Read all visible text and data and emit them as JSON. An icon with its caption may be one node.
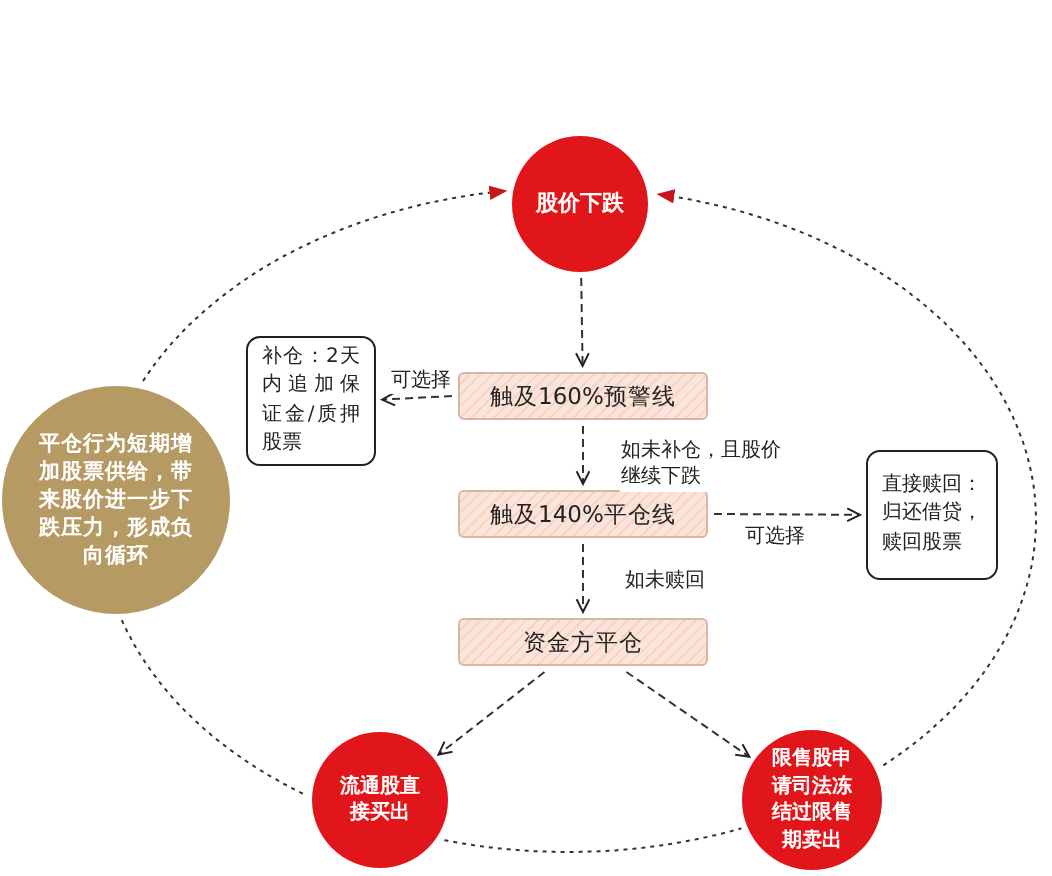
{
  "diagram": {
    "nodes": [
      {
        "text": [
          "股价下跌"
        ]
      },
      {
        "text": [
          "触及160%预警线"
        ]
      },
      {
        "text": [
          "补仓：2天内追加保证金/质押股票"
        ]
      },
      {
        "text": [
          "触及140%平仓线"
        ]
      },
      {
        "text": [
          "直接赎回：归还借贷，赎回股票"
        ]
      },
      {
        "text": [
          "资金方平仓"
        ]
      },
      {
        "text": [
          "流通股直接买出"
        ]
      },
      {
        "text": [
          "限售股申请司法冻结过限售期卖出"
        ]
      },
      {
        "text": [
          "平仓行为短期增加股票供给，带来股价进一步下跌压力，形成负向循环"
        ]
      }
    ],
    "edges": [
      {
        "from": 0,
        "to": 1,
        "arrow": "to"
      },
      {
        "from": 1,
        "to": 2,
        "arrow": "to",
        "label": "可选择"
      },
      {
        "from": 1,
        "to": 3,
        "arrow": "to",
        "label": "如未补仓，且股价继续下跌"
      },
      {
        "from": 3,
        "to": 4,
        "arrow": "to",
        "label": "可选择"
      },
      {
        "from": 3,
        "to": 5,
        "arrow": "to",
        "label": "如未赎回"
      },
      {
        "from": 5,
        "to": 6,
        "arrow": "to"
      },
      {
        "from": 5,
        "to": 7,
        "arrow": "to"
      },
      {
        "from": 8,
        "to": 0,
        "arrow": "to"
      },
      {
        "from": 7,
        "to": 0,
        "arrow": "to"
      },
      {
        "from": 6,
        "to": 7,
        "arrow": "none"
      },
      {
        "from": 8,
        "to": 6,
        "arrow": "none"
      }
    ]
  }
}
